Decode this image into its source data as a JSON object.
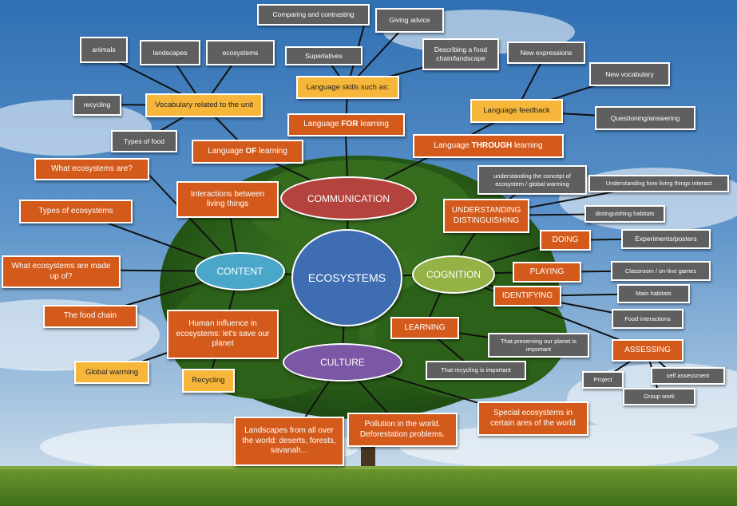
{
  "center": {
    "label": "ECOSYSTEMS"
  },
  "hubs": {
    "communication": "COMMUNICATION",
    "content": "CONTENT",
    "cognition": "COGNITION",
    "culture": "CULTURE"
  },
  "communication": {
    "lang_of": "Language OF learning",
    "lang_for": "Language FOR learning",
    "lang_through": "Language THROUGH learning",
    "vocab_unit": "Vocabulary related to the unit",
    "animals": "animals",
    "landscapes": "landscapes",
    "ecosystems": "ecosystems",
    "recycling": "recycling",
    "types_of_food": "Types of food",
    "lang_skills": "Language skills such as:",
    "comparing": "Comparing and contrasting",
    "giving_advice": "Giving advice",
    "superlatives": "Superlatives",
    "describing": "Describing a food chain/landscape",
    "lang_feedback": "Language feedback",
    "new_expressions": "New expressions",
    "new_vocabulary": "New vocabulary",
    "questioning": "Questioning/answering"
  },
  "content": {
    "what_are": "What ecosystems are?",
    "types": "Types of ecosystems",
    "made_up": "What ecosystems are made up of?",
    "food_chain": "The food chain",
    "interactions": "Interactions between living things",
    "human_influence": "Human influence in ecosystems: let's save our planet",
    "global_warming": "Global warming",
    "recycling": "Recycling"
  },
  "cognition": {
    "understanding": "UNDERSTANDING DISTINGUISHING",
    "concept": "understanding the concept of ecosystem / global warming",
    "how_interact": "Understanding how living things interact",
    "habitats": "distinguishing habitats",
    "doing": "DOING",
    "experiments": "Experiments/posters",
    "playing": "PLAYING",
    "games": "Classroom / on-line games",
    "identifying": "IDENTIFYING",
    "main_habitats": "Main habitats",
    "food_interactions": "Food interactions",
    "learning": "LEARNING",
    "preserving": "That preserving our planet is important",
    "recycling_important": "That recycling is important",
    "assessing": "ASSESSING",
    "project": "Project",
    "self_assessment": "self assessment",
    "group_work": "Group work"
  },
  "culture": {
    "landscapes": "Landscapes from all over the world: deserts, forests, savanah...",
    "pollution": "Pollution in the world. Deforestation problems.",
    "special": "Special ecosystems in certain ares of the world"
  }
}
